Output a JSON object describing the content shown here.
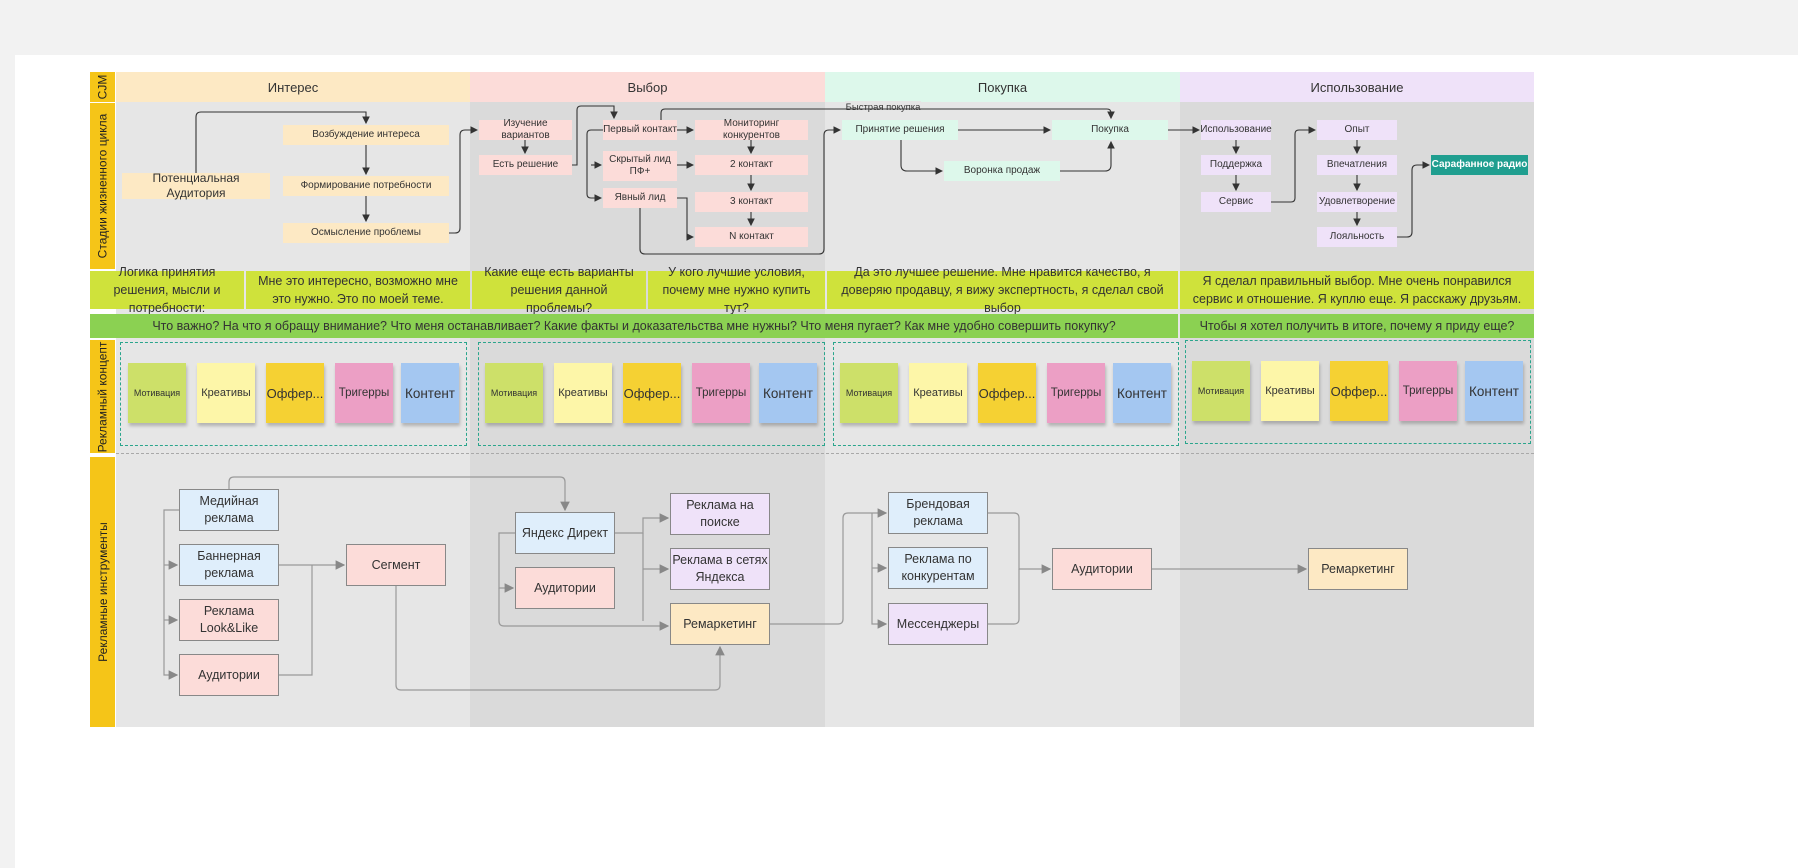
{
  "colors": {
    "yellow_label": "#f5c518",
    "interest": "#fde9c4",
    "choice": "#fcdcd9",
    "purchase": "#ddf8eb",
    "usage": "#efe2f9",
    "lime": "#cfe23b",
    "green": "#8bd152",
    "teal": "#1f9e8f"
  },
  "sides": {
    "cjm": "CJM",
    "lifecycle": "Стадии жизненного цикла",
    "concept": "Рекламный концепт",
    "tools": "Рекламные инструменты"
  },
  "stages": [
    "Интерес",
    "Выбор",
    "Покупка",
    "Использование"
  ],
  "lifecycle": {
    "interest": {
      "audience": "Потенциальная Аудитория",
      "n1": "Возбуждение интереса",
      "n2": "Формирование потребности",
      "n3": "Осмысление проблемы"
    },
    "choice": {
      "study": "Изучение вариантов",
      "decision": "Есть решение",
      "first": "Первый контакт",
      "hidden": "Скрытый лид ПФ+",
      "explicit": "Явный лид",
      "monitor": "Мониторинг конкурентов",
      "c2": "2 контакт",
      "c3": "3 контакт",
      "cn": "N контакт"
    },
    "purchase": {
      "fast": "Быстрая покупка",
      "accept": "Принятие решения",
      "buy": "Покупка",
      "funnel": "Воронка продаж"
    },
    "usage": {
      "use": "Использование",
      "support": "Поддержка",
      "service": "Сервис",
      "experience": "Опыт",
      "impressions": "Впечатления",
      "satisfaction": "Удовлетворение",
      "loyalty": "Лояльность",
      "word": "Сарафанное радио"
    }
  },
  "logic": {
    "label": "Логика принятия решения, мысли и потребности:",
    "t1": "Мне это интересно, возможно мне это нужно. Это по моей теме.",
    "t2": "Какие еще есть варианты решения данной проблемы?",
    "t3": "У кого лучшие условия, почему мне нужно купить тут?",
    "t4": "Да это лучшее решение. Мне нравится качество, я доверяю продавцу, я вижу экспертность, я сделал свой выбор",
    "t5": "Я сделал правильный выбор. Мне очень понравился сервис и отношение. Я куплю еще. Я расскажу друзьям."
  },
  "questions": {
    "q1": "Что важно? На что я обращу внимание? Что меня останавливает? Какие факты и доказательства мне нужны? Что меня пугает? Как мне удобно совершить покупку?",
    "q2": "Чтобы я хотел получить в итоге, почему я приду еще?"
  },
  "stickies": [
    "Мотивация",
    "Креативы",
    "Оффер...",
    "Тригерры",
    "Контент"
  ],
  "tools": {
    "media": "Медийная реклама",
    "banner": "Баннерная реклама",
    "looklike": "Реклама Look&Like",
    "aud1": "Аудитории",
    "segment": "Сегмент",
    "direct": "Яндекс Директ",
    "aud2": "Аудитории",
    "search": "Реклама на поиске",
    "networks": "Реклама в сетях Яндекса",
    "remarketing": "Ремаркетинг",
    "brand": "Брендовая реклама",
    "competitors": "Реклама по конкурентам",
    "messengers": "Мессенджеры",
    "aud3": "Аудитории",
    "remarketing2": "Ремаркетинг"
  }
}
